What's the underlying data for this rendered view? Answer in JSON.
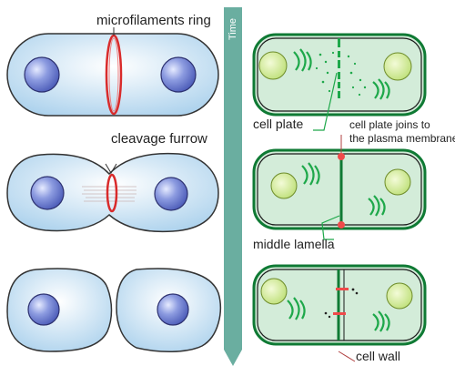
{
  "labels": {
    "microfilaments_ring": "microfilaments ring",
    "cleavage_furrow": "cleavage furrow",
    "cell_plate": "cell plate",
    "cell_plate_joins_line1": "cell plate joins to",
    "cell_plate_joins_line2": "the plasma membrane",
    "middle_lamella": "middle lamella",
    "cell_wall": "cell wall",
    "time_axis": "Time"
  },
  "colors": {
    "animal_cell_fill": "#bcdcf0",
    "animal_cell_stroke": "#3a3a3a",
    "nucleus": "#7f8fd9",
    "microfilament_ring": "#d92b2b",
    "plant_cell_fill": "#d3ecd9",
    "plant_cell_wall": "#1ea84a",
    "plant_nucleus": "#d7ef9e",
    "time_arrow": "#6aaea0",
    "marker": "#f04a4a"
  }
}
